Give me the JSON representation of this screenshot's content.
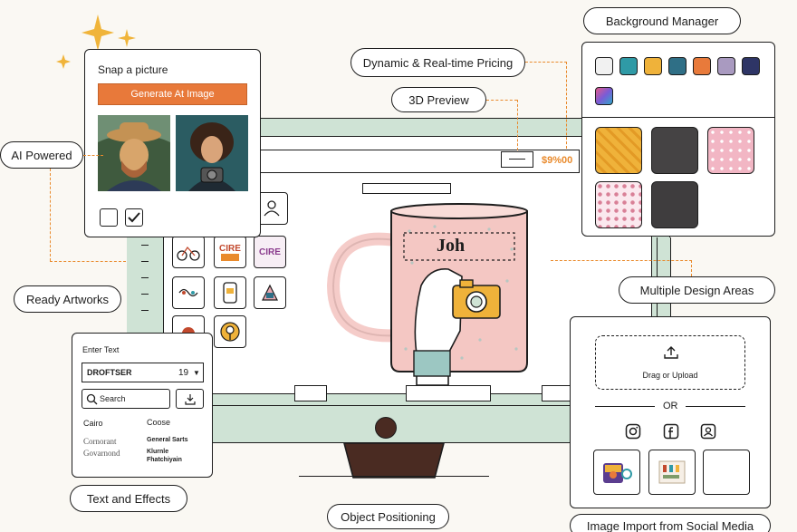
{
  "labels": {
    "ai_powered": "AI Powered",
    "ready_artworks": "Ready Artworks",
    "text_and_effects": "Text and Effects",
    "object_positioning": "Object Positioning",
    "dynamic_pricing": "Dynamic & Real-time Pricing",
    "preview_3d": "3D Preview",
    "background_manager": "Background Manager",
    "multiple_design_areas": "Multiple Design Areas",
    "image_import": "Image Import from Social Media"
  },
  "ai_panel": {
    "title": "Snap a picture",
    "generate_button": "Generate At Image"
  },
  "price": "$9%00",
  "mug": {
    "text": "Joh"
  },
  "artworks": [
    "CIRE",
    "CIRE"
  ],
  "text_panel": {
    "title": "Enter Text",
    "font_value": "DROFTSER",
    "size_value": "19",
    "search_placeholder": "Search",
    "fonts": [
      "Cairo",
      "Coose",
      "Cornorant",
      "General Sarts",
      "Govarnond",
      "Klurnle",
      "Fhatchiyain"
    ]
  },
  "upload_panel": {
    "drag_label": "Drag or Upload",
    "or_label": "OR"
  },
  "colors": {
    "accent": "#e98a2c",
    "mint": "#cfe3d5",
    "mug_pink": "#f4c7c3",
    "swatches": [
      "#f1f1f1",
      "#2f9aa6",
      "#efb23a",
      "#2f6f86",
      "#e87a3b",
      "#a99ac0",
      "#2e3566",
      "gradient"
    ]
  },
  "icons": [
    "instagram-icon",
    "facebook-icon",
    "profile-icon",
    "upload-icon",
    "search-icon",
    "download-icon",
    "sparkle-icon"
  ]
}
